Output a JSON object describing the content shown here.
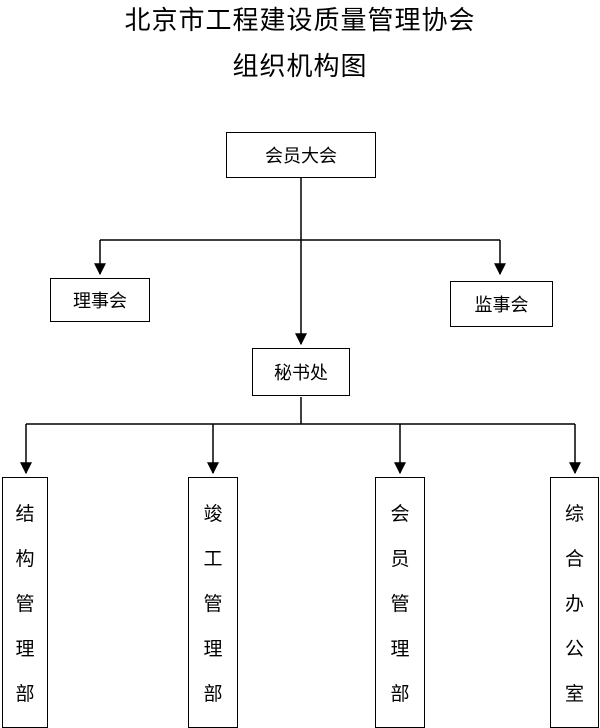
{
  "title": {
    "line1": "北京市工程建设质量管理协会",
    "line2": "组织机构图"
  },
  "nodes": {
    "general_assembly": "会员大会",
    "council": "理事会",
    "supervisory_board": "监事会",
    "secretariat": "秘书处",
    "departments": [
      "结构管理部",
      "竣工管理部",
      "会员管理部",
      "综合办公室"
    ]
  }
}
